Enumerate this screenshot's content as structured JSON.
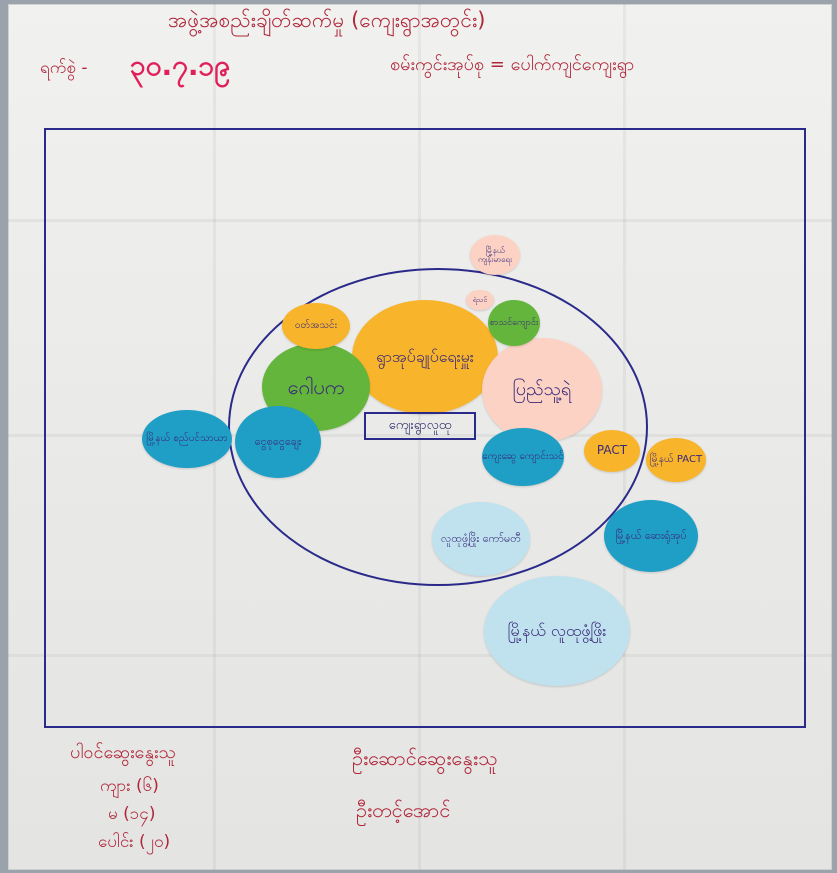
{
  "header": {
    "title": "အဖွဲ့အစည်းချိတ်ဆက်မှု (ကျေးရွာအတွင်း)",
    "date_label": "ရက်စွဲ -",
    "date_value": "၃၀.၇.၁၉",
    "village_label": "စမ်းကွင်းအုပ်စု = ပေါက်ကျင်ကျေးရွာ"
  },
  "center_label": "ကျေးရွာလူထု",
  "nodes": [
    {
      "label": "ရွာအုပ်ချုပ်ရေးမှူး",
      "color": "#f8b42a"
    },
    {
      "label": "ပြည်သူ့ရဲ",
      "color": "#fcd2c4"
    },
    {
      "label": "ဂေါပက",
      "color": "#63b53b"
    },
    {
      "label": "ဝတ်အသင်း",
      "color": "#f8b42a"
    },
    {
      "label": "စာသင်ကျောင်း",
      "color": "#63b53b"
    },
    {
      "label": "ရဲသင်",
      "color": "#fcd2c4"
    },
    {
      "label": "မြို့နယ် ကျန်းမာရေး",
      "color": "#fcd2c4"
    },
    {
      "label": "ငွေစုငွေချေး",
      "color": "#1f9ec6"
    },
    {
      "label": "မြို့နယ် စည်ပင်သာယာ",
      "color": "#1f9ec6"
    },
    {
      "label": "ကျေးဆွေ ကျောင်းသင်",
      "color": "#1f9ec6"
    },
    {
      "label": "PACT",
      "color": "#f8b42a"
    },
    {
      "label": "မြို့နယ် PACT",
      "color": "#f8b42a"
    },
    {
      "label": "မြို့နယ် ဆေးရုံအုပ်",
      "color": "#1f9ec6"
    },
    {
      "label": "လူထုဖွံ့ဖြိုး ကော်မတီ",
      "color": "#bfe2ee"
    },
    {
      "label": "မြို့နယ် လူထုဖွံ့ဖြိုး",
      "color": "#bfe2ee"
    }
  ],
  "footer": {
    "participants_label": "ပါဝင်ဆွေးနွေးသူ",
    "male": "ကျား (၆)",
    "female": "မ (၁၄)",
    "total": "ပေါင်း (၂၀)",
    "facilitator_label": "ဦးဆောင်ဆွေးနွေးသူ",
    "facilitator_name": "ဦးတင့်အောင်"
  }
}
